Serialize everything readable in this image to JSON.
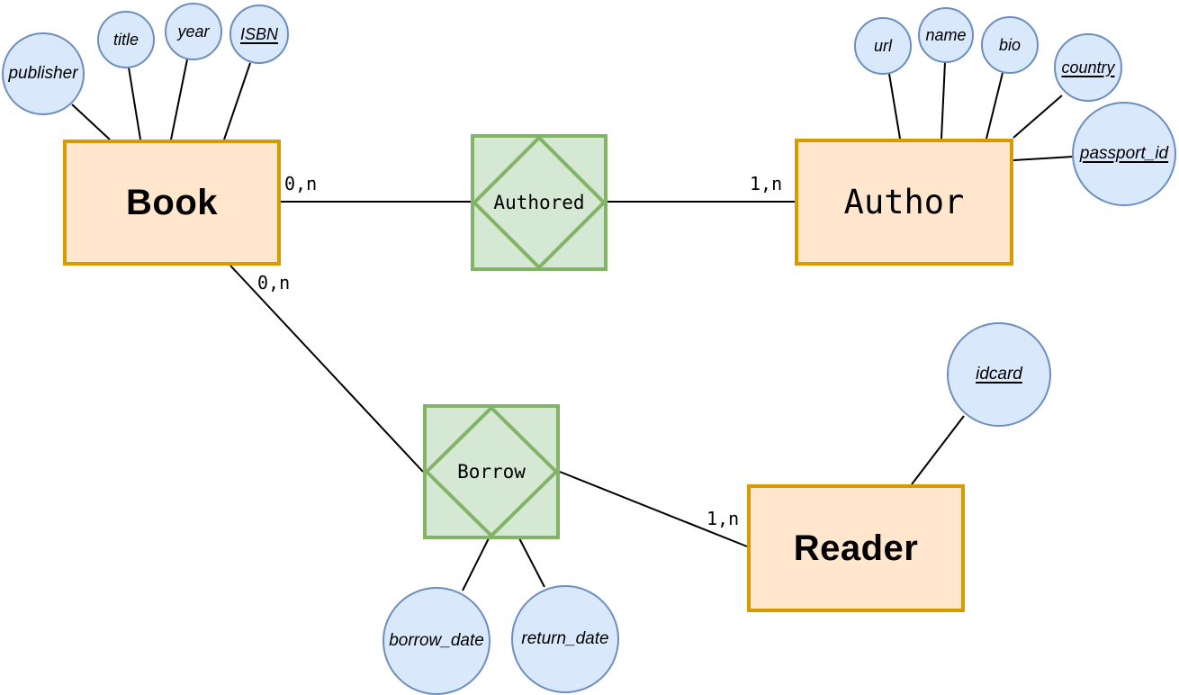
{
  "diagram": {
    "type": "entity-relationship",
    "colors": {
      "background": "#FFFFFF",
      "entity_fill": "#FFE6CC",
      "entity_border": "#D79B00",
      "relationship_fill": "#D5E8D4",
      "relationship_border": "#82B366",
      "attribute_fill": "#DAE8FC",
      "attribute_border": "#6C8EBF",
      "connector": "#000000",
      "text": "#000000"
    },
    "entities": [
      {
        "label": "Book"
      },
      {
        "label": "Author"
      },
      {
        "label": "Reader"
      }
    ],
    "relationships": [
      {
        "label": "Authored"
      },
      {
        "label": "Borrow"
      }
    ],
    "attributes": {
      "book": [
        {
          "label": "publisher",
          "key": false
        },
        {
          "label": "title",
          "key": false
        },
        {
          "label": "year",
          "key": false
        },
        {
          "label": "ISBN",
          "key": true
        }
      ],
      "author": [
        {
          "label": "url",
          "key": false
        },
        {
          "label": "name",
          "key": false
        },
        {
          "label": "bio",
          "key": false
        },
        {
          "label": "country",
          "key": true
        },
        {
          "label": "passport_id",
          "key": true
        }
      ],
      "reader": [
        {
          "label": "idcard",
          "key": true
        }
      ],
      "borrow": [
        {
          "label": "borrow_date",
          "key": false
        },
        {
          "label": "return_date",
          "key": false
        }
      ]
    },
    "cardinalities": {
      "book_authored": "0,n",
      "authored_author": "1,n",
      "book_borrow": "0,n",
      "borrow_reader": "1,n"
    }
  }
}
